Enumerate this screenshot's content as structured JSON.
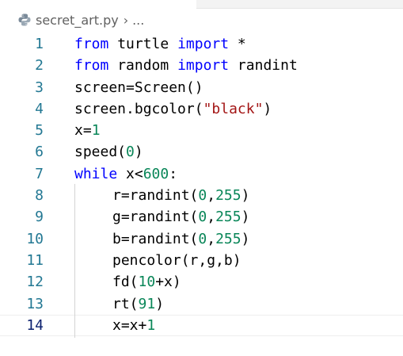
{
  "breadcrumb": {
    "icon": "python-icon",
    "filename": "secret_art.py",
    "separator": "›",
    "ellipsis": "..."
  },
  "colors": {
    "keyword": "#0000ff",
    "string": "#a31515",
    "number": "#098658",
    "line_number": "#237893",
    "line_number_active": "#0b216f"
  },
  "editor": {
    "active_line": 14,
    "lines": [
      {
        "number": "1",
        "tokens": [
          {
            "t": "kw",
            "v": "from"
          },
          {
            "t": "plain",
            "v": " turtle "
          },
          {
            "t": "kw",
            "v": "import"
          },
          {
            "t": "plain",
            "v": " *"
          }
        ]
      },
      {
        "number": "2",
        "tokens": [
          {
            "t": "kw",
            "v": "from"
          },
          {
            "t": "plain",
            "v": " random "
          },
          {
            "t": "kw",
            "v": "import"
          },
          {
            "t": "plain",
            "v": " randint"
          }
        ]
      },
      {
        "number": "3",
        "tokens": [
          {
            "t": "plain",
            "v": "screen=Screen()"
          }
        ]
      },
      {
        "number": "4",
        "tokens": [
          {
            "t": "plain",
            "v": "screen.bgcolor("
          },
          {
            "t": "str",
            "v": "\"black\""
          },
          {
            "t": "plain",
            "v": ")"
          }
        ]
      },
      {
        "number": "5",
        "tokens": [
          {
            "t": "plain",
            "v": "x="
          },
          {
            "t": "num",
            "v": "1"
          }
        ]
      },
      {
        "number": "6",
        "tokens": [
          {
            "t": "plain",
            "v": "speed("
          },
          {
            "t": "num",
            "v": "0"
          },
          {
            "t": "plain",
            "v": ")"
          }
        ]
      },
      {
        "number": "7",
        "tokens": [
          {
            "t": "kw",
            "v": "while"
          },
          {
            "t": "plain",
            "v": " x<"
          },
          {
            "t": "num",
            "v": "600"
          },
          {
            "t": "plain",
            "v": ":"
          }
        ]
      },
      {
        "number": "8",
        "indented": true,
        "tokens": [
          {
            "t": "plain",
            "v": "r=randint("
          },
          {
            "t": "num",
            "v": "0"
          },
          {
            "t": "plain",
            "v": ","
          },
          {
            "t": "num",
            "v": "255"
          },
          {
            "t": "plain",
            "v": ")"
          }
        ]
      },
      {
        "number": "9",
        "indented": true,
        "tokens": [
          {
            "t": "plain",
            "v": "g=randint("
          },
          {
            "t": "num",
            "v": "0"
          },
          {
            "t": "plain",
            "v": ","
          },
          {
            "t": "num",
            "v": "255"
          },
          {
            "t": "plain",
            "v": ")"
          }
        ]
      },
      {
        "number": "10",
        "indented": true,
        "tokens": [
          {
            "t": "plain",
            "v": "b=randint("
          },
          {
            "t": "num",
            "v": "0"
          },
          {
            "t": "plain",
            "v": ","
          },
          {
            "t": "num",
            "v": "255"
          },
          {
            "t": "plain",
            "v": ")"
          }
        ]
      },
      {
        "number": "11",
        "indented": true,
        "tokens": [
          {
            "t": "plain",
            "v": "pencolor(r,g,b)"
          }
        ]
      },
      {
        "number": "12",
        "indented": true,
        "tokens": [
          {
            "t": "plain",
            "v": "fd("
          },
          {
            "t": "num",
            "v": "10"
          },
          {
            "t": "plain",
            "v": "+x)"
          }
        ]
      },
      {
        "number": "13",
        "indented": true,
        "tokens": [
          {
            "t": "plain",
            "v": "rt("
          },
          {
            "t": "num",
            "v": "91"
          },
          {
            "t": "plain",
            "v": ")"
          }
        ]
      },
      {
        "number": "14",
        "indented": true,
        "tokens": [
          {
            "t": "plain",
            "v": "x=x+"
          },
          {
            "t": "num",
            "v": "1"
          }
        ]
      }
    ]
  }
}
